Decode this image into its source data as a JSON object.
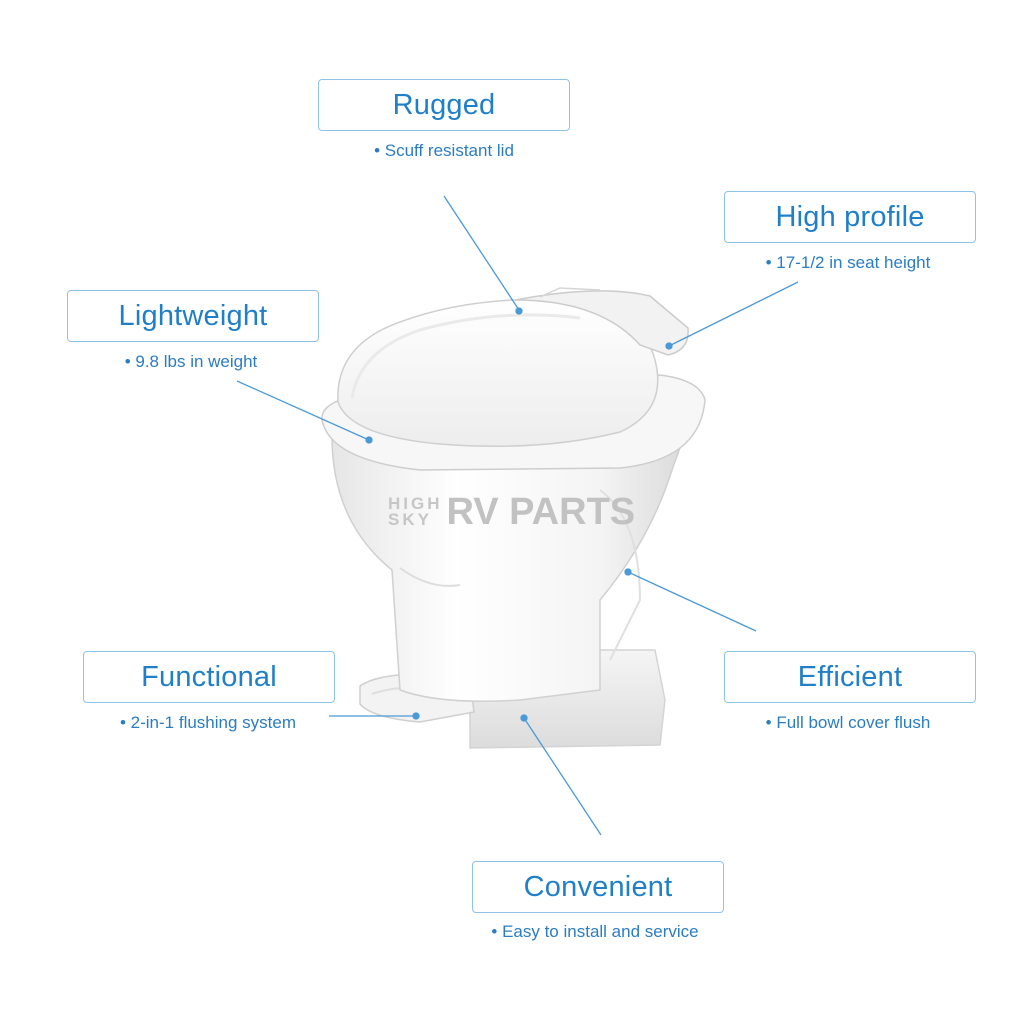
{
  "watermark": {
    "line1": "HIGH",
    "line2": "SKY",
    "brand": "RV PARTS"
  },
  "features": [
    {
      "title": "Rugged",
      "detail": "• Scuff resistant lid"
    },
    {
      "title": "High profile",
      "detail": "• 17-1/2 in seat height"
    },
    {
      "title": "Lightweight",
      "detail": "• 9.8 lbs in weight"
    },
    {
      "title": "Functional",
      "detail": "• 2-in-1 flushing system"
    },
    {
      "title": "Efficient",
      "detail": "• Full bowl cover flush"
    },
    {
      "title": "Convenient",
      "detail": "• Easy to install and service"
    }
  ],
  "colors": {
    "accent": "#1f7fc9",
    "box_border": "#8cc4e8",
    "leader_line": "#4a9ad6"
  }
}
